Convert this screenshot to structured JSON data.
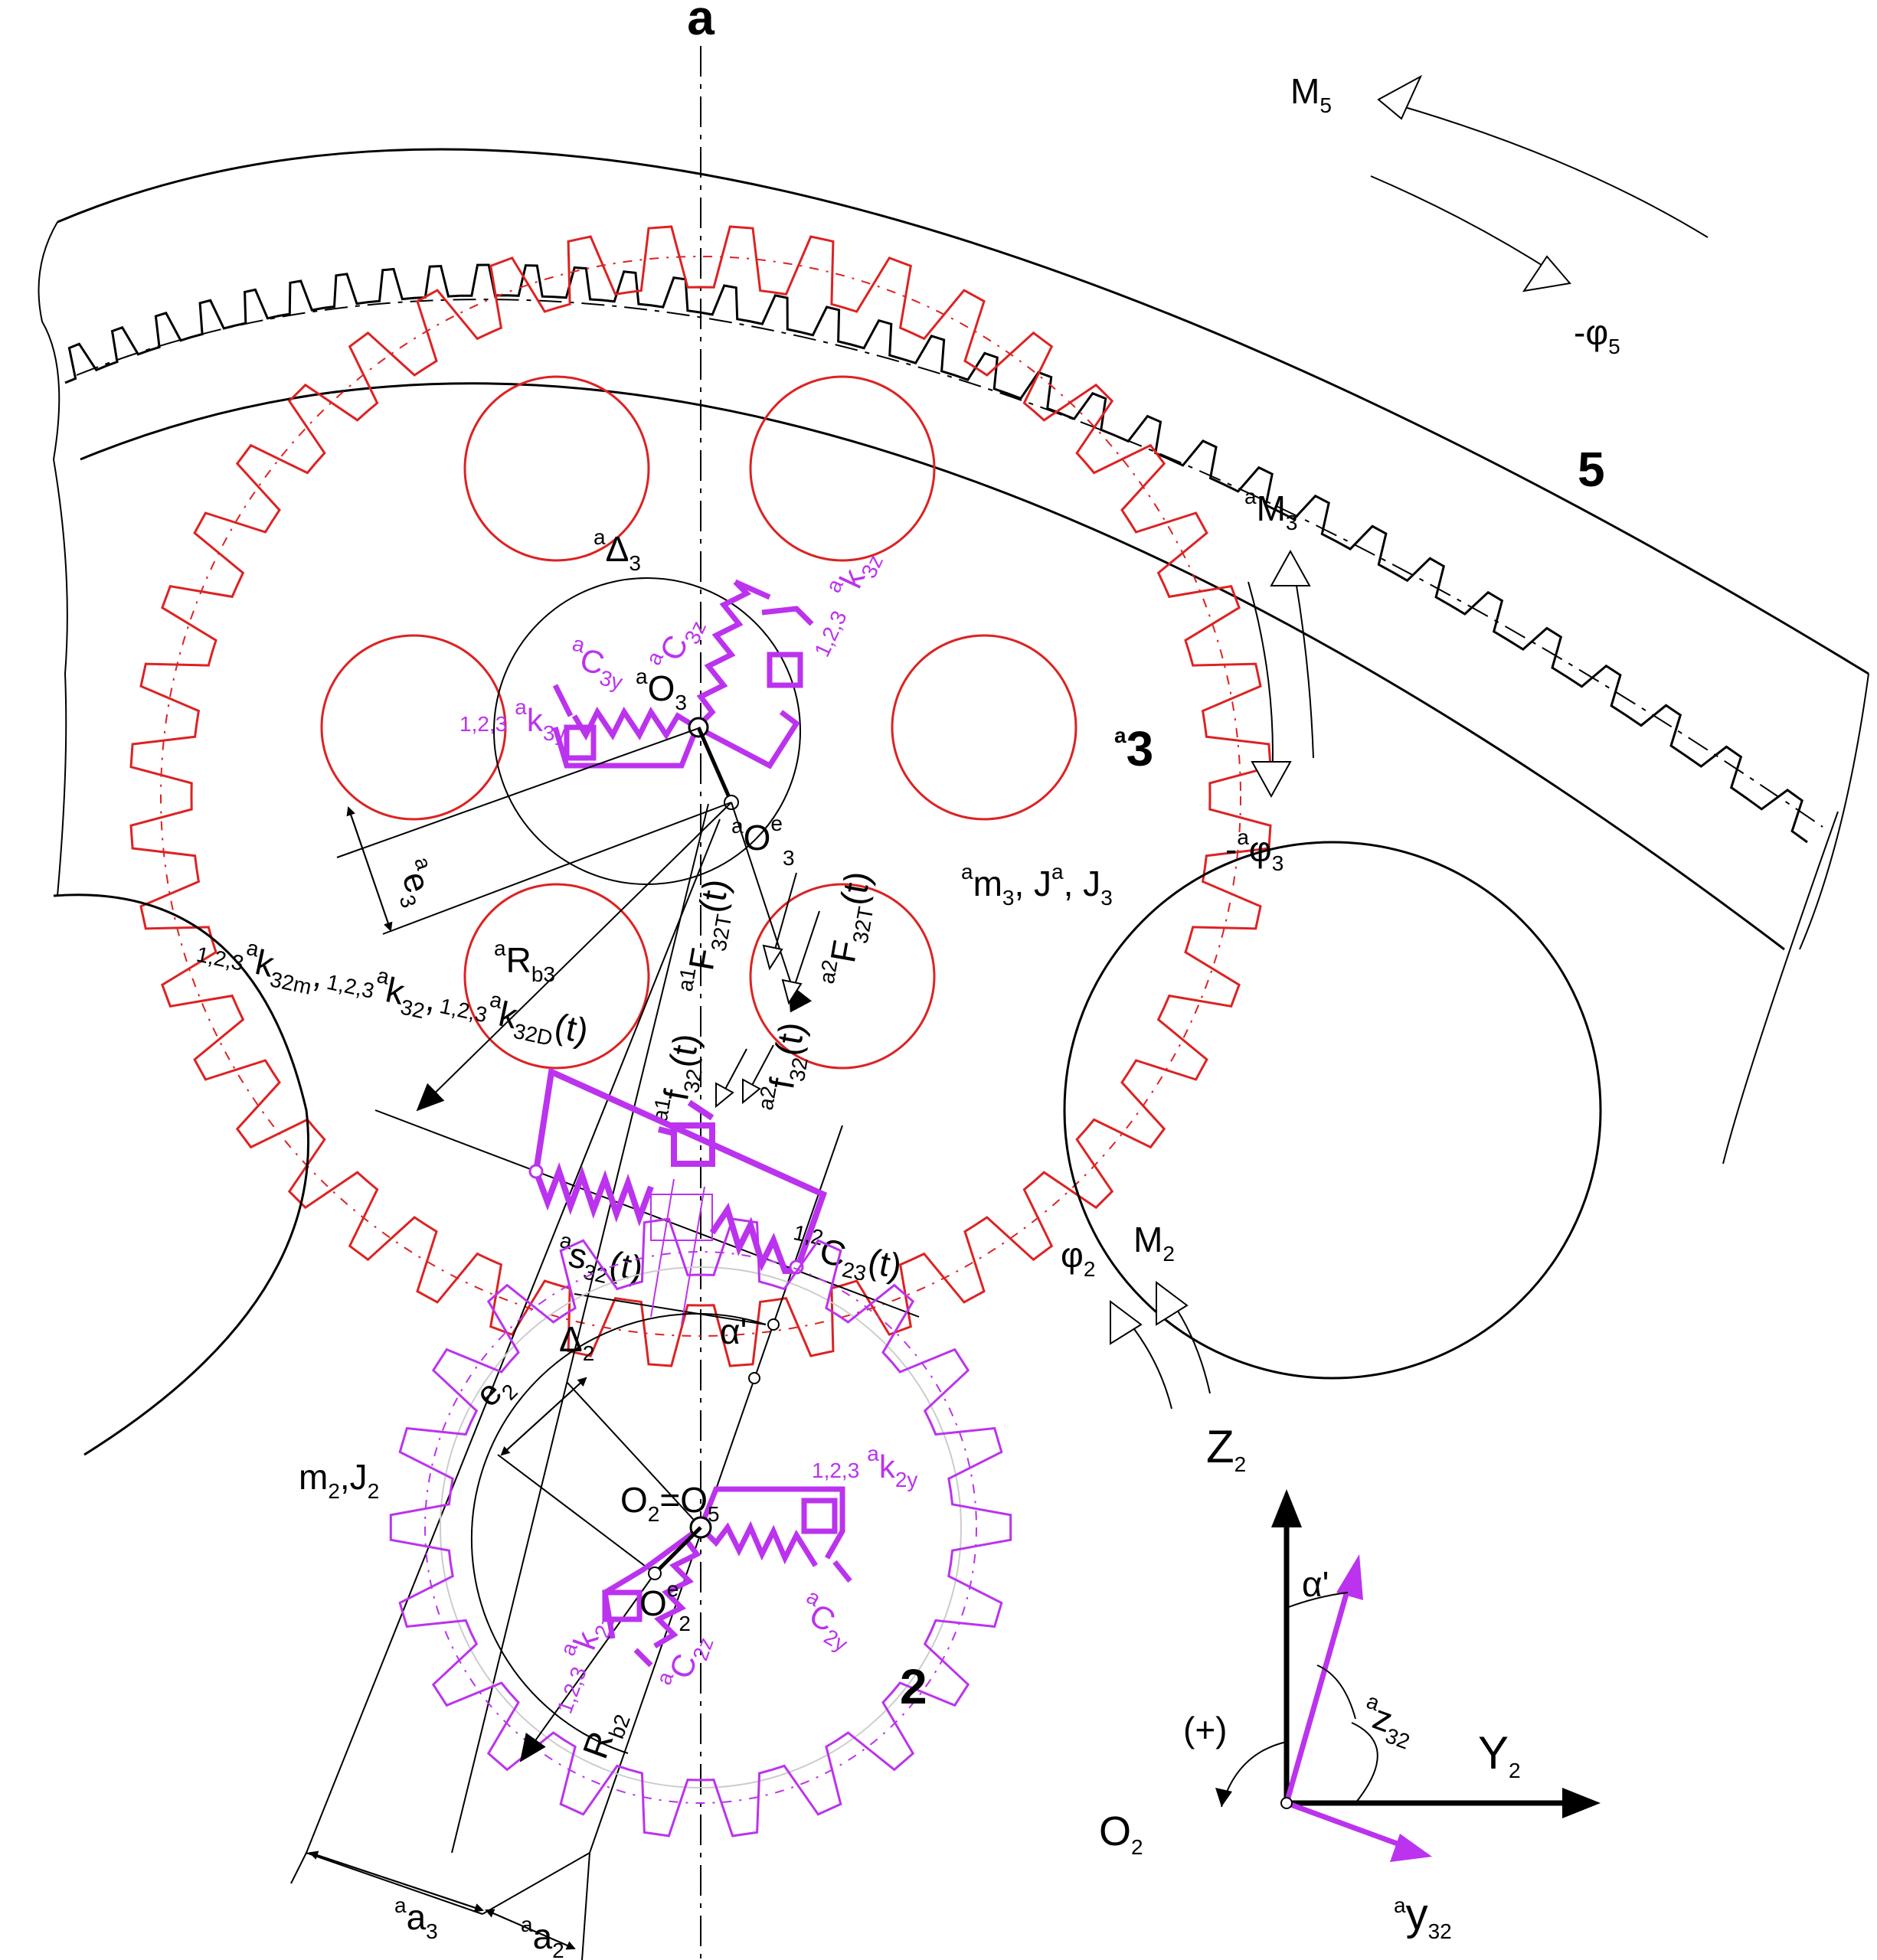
{
  "labels": {
    "section": "a",
    "m5": "M",
    "m5_sub": "5",
    "phi5": "-φ",
    "phi5_sub": "5",
    "gear5": "5",
    "m3": "M",
    "m3_sup": "a",
    "m3_sub": "3",
    "gear3": "3",
    "gear3_sup": "a",
    "phi3": "-",
    "phi3_sup": "a",
    "phi3_sym": "φ",
    "phi3_sub": "3",
    "mass3": "m",
    "mass3_sup": "a",
    "mass3_sub": "3",
    "inertia3": ", J",
    "inertia3_sup": "a",
    "inertia3_sub": "3",
    "delta3": "Δ",
    "delta3_sup": "a",
    "delta3_sub": "3",
    "c3z": "C",
    "c3z_sup": "a",
    "c3z_sub": "3z",
    "k3z": "k",
    "k3z_sup": "a",
    "k3z_sub": "3z",
    "k3z_pre": "1,2,3",
    "c3y": "C",
    "c3y_sup": "a",
    "c3y_sub": "3y",
    "k3y": "k",
    "k3y_sup": "a",
    "k3y_sub": "3y",
    "k3y_pre": "1,2,3",
    "o3": "O",
    "o3_sup": "a",
    "o3_sub": "3",
    "o3e": "O",
    "o3e_sup": "a",
    "o3e_esup": "e",
    "o3e_sub": "3",
    "e3": "e",
    "e3_sup": "a",
    "e3_sub": "3",
    "rb3": "R",
    "rb3_sup": "a",
    "rb3_sub": "b3",
    "k32m": "k",
    "k32m_pre": "1,2,3",
    "k32m_sup": "a",
    "k32m_sub": "32m",
    "k32": "k",
    "k32_pre": "1,2,3",
    "k32_sup": "a",
    "k32_sub": "32",
    "k32d": "k",
    "k32d_pre": "1,2,3",
    "k32d_sup": "a",
    "k32d_sub": "32D",
    "k32d_arg": "(t)",
    "comma": ",",
    "f32a1": "f",
    "f32a1_sup": "a1",
    "f32a1_sub": "32",
    "f32a1_arg": "(t)",
    "F32Ta1": "F",
    "F32Ta1_sup": "a1",
    "F32Ta1_sub": "32T",
    "F32Ta1_arg": "(t)",
    "f32a2": "f",
    "f32a2_sup": "a2",
    "f32a2_sub": "32",
    "f32a2_arg": "(t)",
    "F32Ta2": "F",
    "F32Ta2_sup": "a2",
    "F32Ta2_sub": "32T",
    "F32Ta2_arg": "(t)",
    "s32": "s",
    "s32_sup": "a",
    "s32_sub": "32",
    "s32_arg": "(t)",
    "c23": "C",
    "c23_sup": "1,2",
    "c23_sub": "23",
    "c23_arg": "(t)",
    "alpha1": "α'",
    "delta2": "Δ",
    "delta2_sub": "2",
    "e2": "e",
    "e2_sub": "2",
    "m2": "M",
    "m2_sub": "2",
    "phi2": "φ",
    "phi2_sub": "2",
    "mass2": "m",
    "mass2_sub": "2",
    "inertia2": ",J",
    "inertia2_sub": "2",
    "o2": "O",
    "o2_sub": "2",
    "eq": "=",
    "o5": "O",
    "o5_sub": "5",
    "k2y": "k",
    "k2y_pre": "1,2,3",
    "k2y_sup": "a",
    "k2y_sub": "2y",
    "c2y": "C",
    "c2y_sup": "a",
    "c2y_sub": "2y",
    "o2e": "O",
    "o2e_esup": "e",
    "o2e_sub": "2",
    "k2z": "k",
    "k2z_pre": "1,2,3",
    "k2z_sup": "a",
    "k2z_sub": "2z",
    "c2z": "C",
    "c2z_sup": "a",
    "c2z_sub": "2z",
    "rb2": "R",
    "rb2_sub": "b2",
    "gear2": "2",
    "a3": "a",
    "a3_sup": "a",
    "a3_sub": "3",
    "a2": "a",
    "a2_sup": "a",
    "a2_sub": "2",
    "z2": "Z",
    "z2_sub": "2",
    "y2": "Y",
    "y2_sub": "2",
    "alpha2": "α'",
    "z32": "z",
    "z32_sup": "a",
    "z32_sub": "32",
    "y32": "y",
    "y32_sup": "a",
    "y32_sub": "32",
    "plus": "(+)",
    "origin": "O",
    "origin_sub": "2"
  },
  "colors": {
    "gear3": "#dd2222",
    "gear2": "#bb33ee",
    "ink": "#000000"
  }
}
